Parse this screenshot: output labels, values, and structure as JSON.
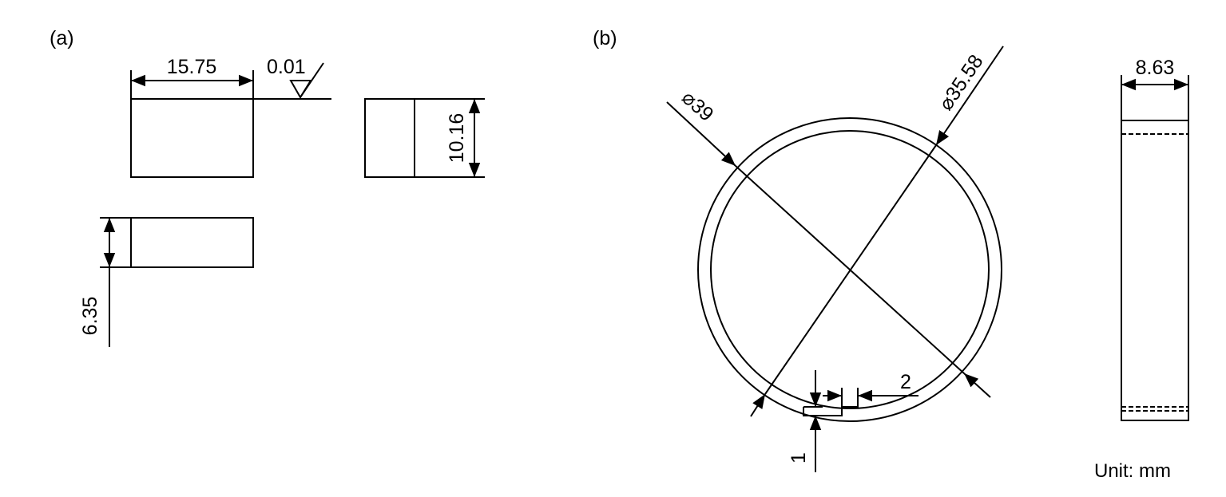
{
  "panel_a": {
    "label": "(a)",
    "dim_width": "15.75",
    "dim_height": "10.16",
    "dim_thickness": "6.35",
    "roughness": "0.01"
  },
  "panel_b": {
    "label": "(b)",
    "dim_outer_diameter": "⌀39",
    "dim_inner_diameter": "⌀35.58",
    "dim_ring_width": "8.63",
    "dim_slot_width": "2",
    "dim_slot_depth": "1",
    "unit": "Unit: mm"
  },
  "colors": {
    "line": "#000000",
    "background": "#ffffff"
  }
}
